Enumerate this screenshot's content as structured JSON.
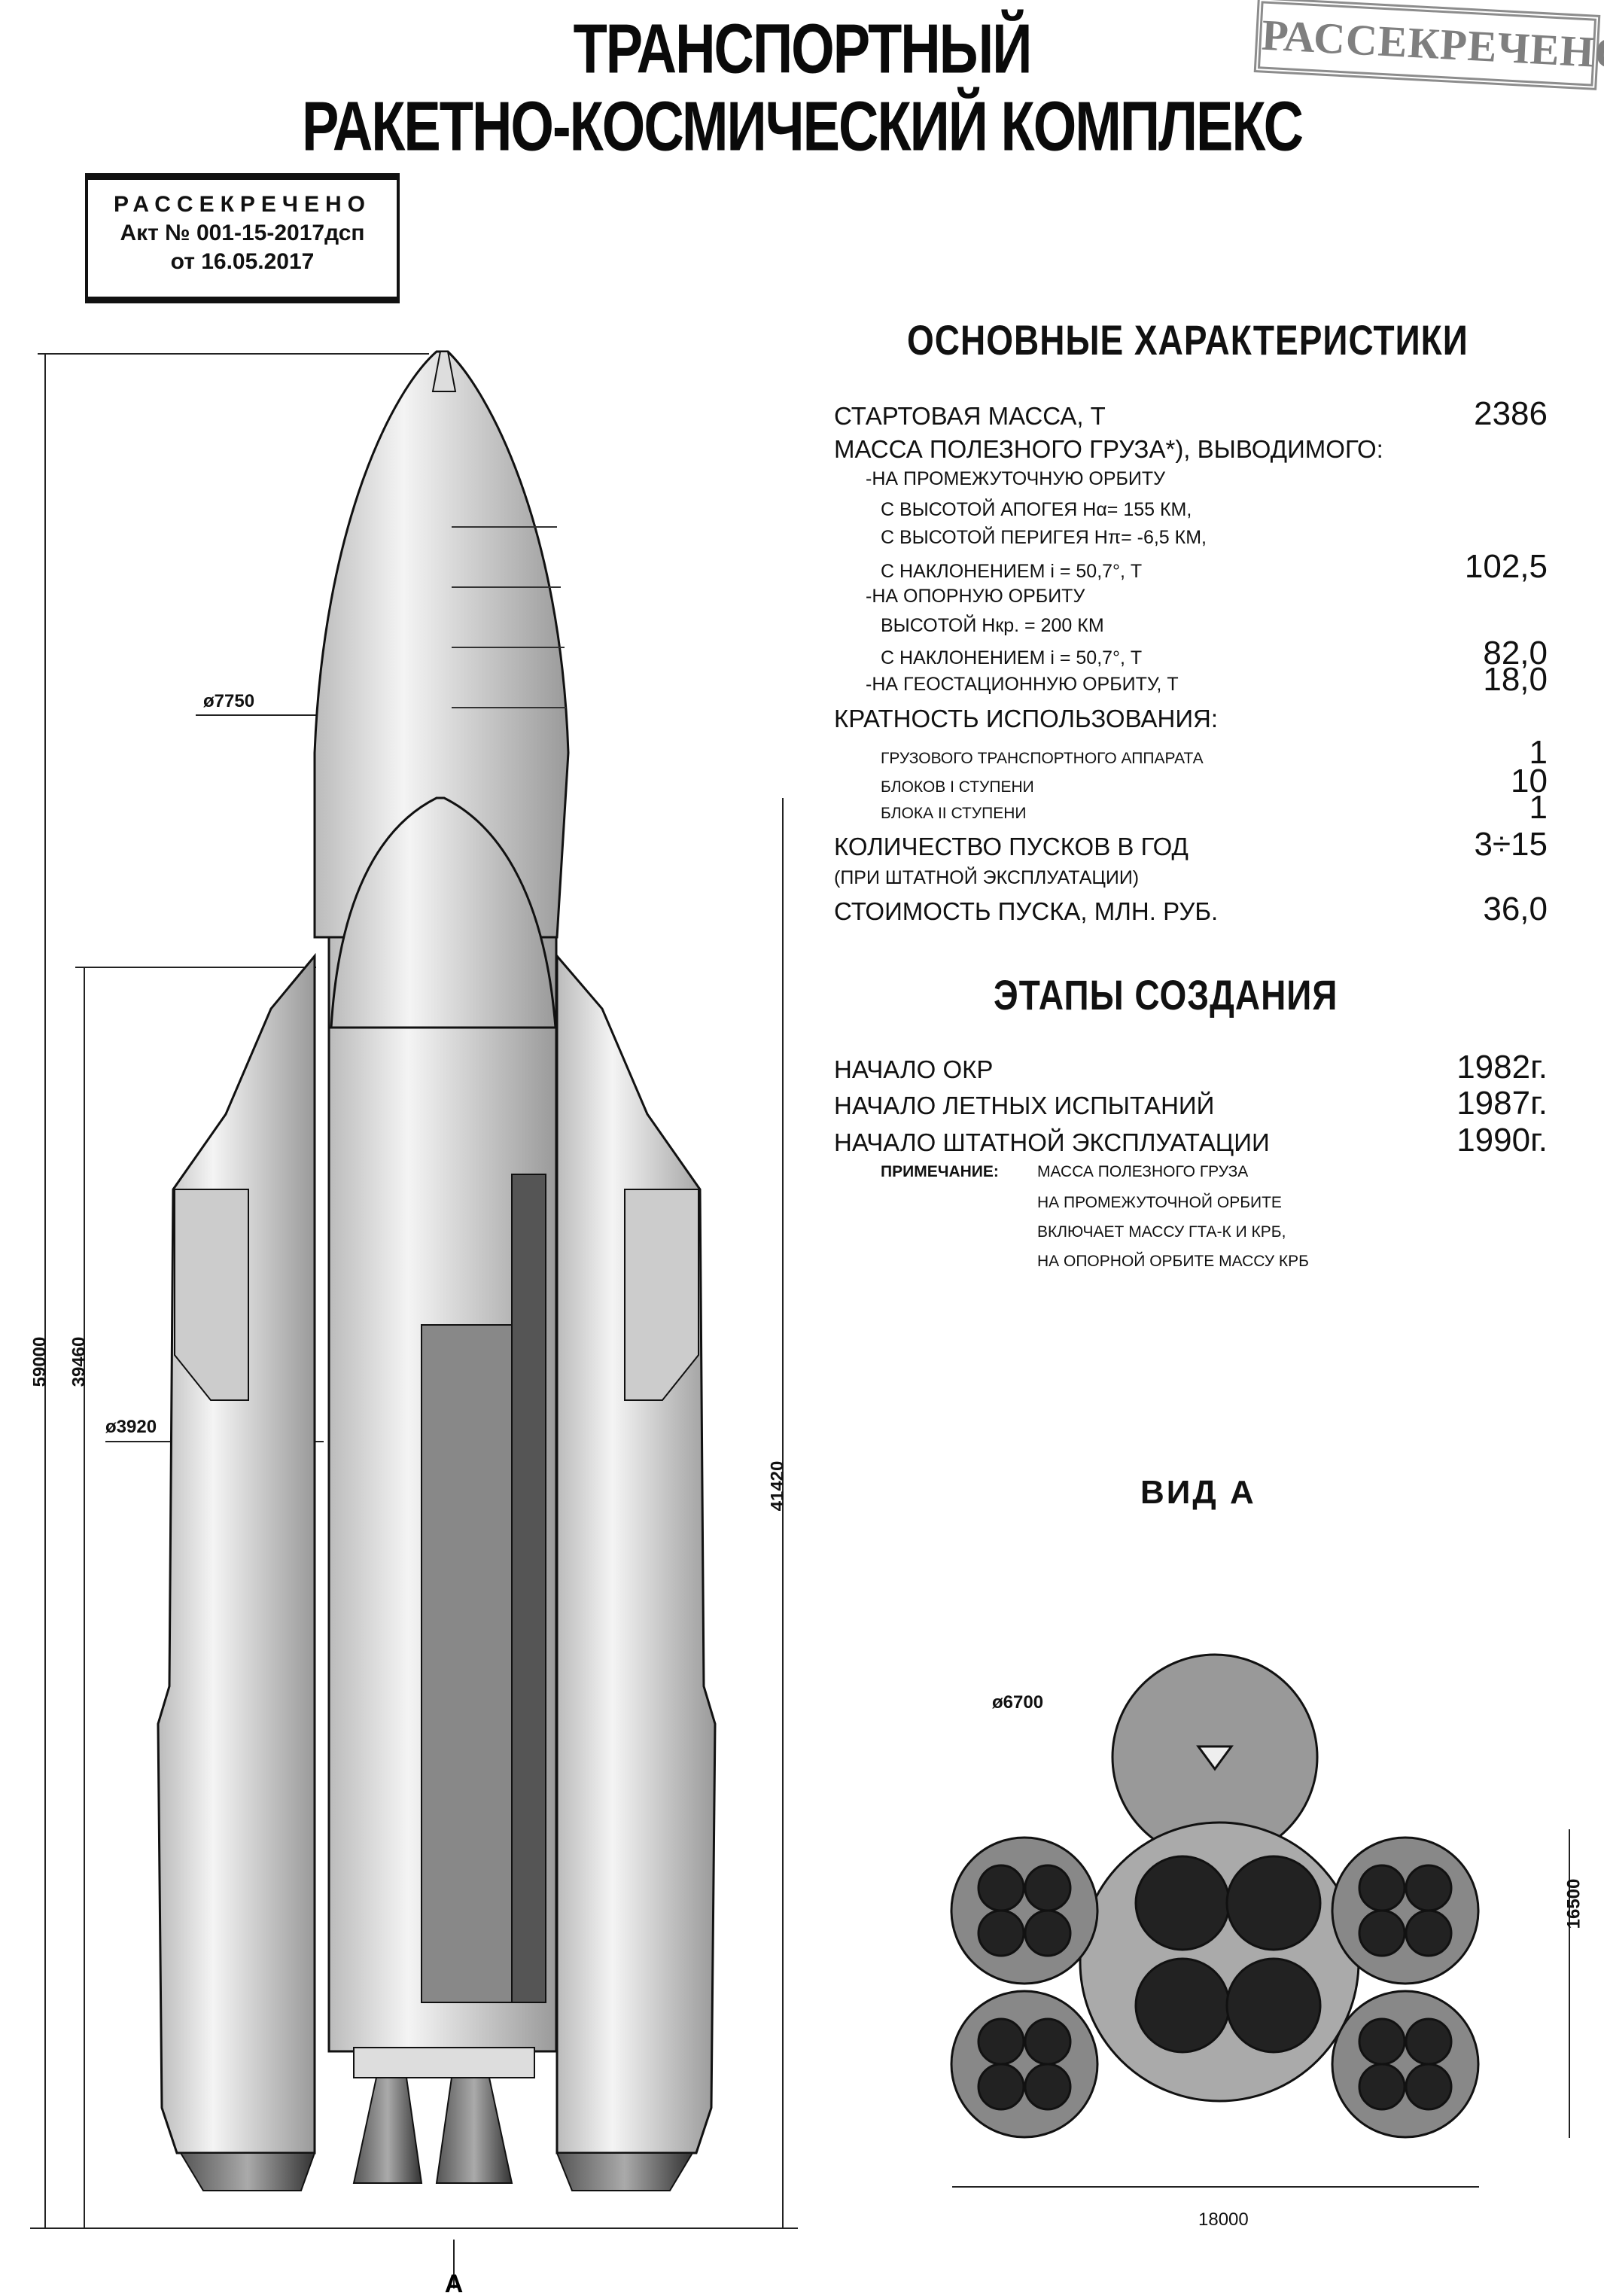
{
  "title": {
    "line1": "ТРАНСПОРТНЫЙ",
    "line2": "РАКЕТНО-КОСМИЧЕСКИЙ КОМПЛЕКС"
  },
  "declass_box": {
    "line1": "РАССЕКРЕЧЕНО",
    "line2": "Акт № 001-15-2017дсп",
    "line3": "от 16.05.2017"
  },
  "corner_stamp": "РАССЕКРЕЧЕНО",
  "characteristics": {
    "heading": "ОСНОВНЫЕ ХАРАКТЕРИСТИКИ",
    "rows": [
      {
        "label": "СТАРТОВАЯ МАССА, Т",
        "value": "2386"
      },
      {
        "label": "МАССА ПОЛЕЗНОГО ГРУЗА*), ВЫВОДИМОГО:",
        "value": ""
      },
      {
        "label": "-НА ПРОМЕЖУТОЧНУЮ ОРБИТУ",
        "value": ""
      },
      {
        "label": "С ВЫСОТОЙ АПОГЕЯ Hα= 155 КМ,",
        "value": ""
      },
      {
        "label": "С ВЫСОТОЙ ПЕРИГЕЯ Hπ= -6,5 КМ,",
        "value": ""
      },
      {
        "label": "С НАКЛОНЕНИЕМ i = 50,7°, Т",
        "value": "102,5"
      },
      {
        "label": "-НА ОПОРНУЮ ОРБИТУ",
        "value": ""
      },
      {
        "label": "ВЫСОТОЙ Hкр. = 200 КМ",
        "value": ""
      },
      {
        "label": "С НАКЛОНЕНИЕМ i = 50,7°, Т",
        "value": "82,0"
      },
      {
        "label": "-НА ГЕОСТАЦИОННУЮ ОРБИТУ, Т",
        "value": "18,0"
      },
      {
        "label": "КРАТНОСТЬ ИСПОЛЬЗОВАНИЯ:",
        "value": ""
      },
      {
        "label": "ГРУЗОВОГО ТРАНСПОРТНОГО АППАРАТА",
        "value": "1"
      },
      {
        "label": "БЛОКОВ I СТУПЕНИ",
        "value": "10"
      },
      {
        "label": "БЛОКА II СТУПЕНИ",
        "value": "1"
      },
      {
        "label": "КОЛИЧЕСТВО ПУСКОВ В ГОД",
        "value": "3÷15"
      },
      {
        "label": "(ПРИ ШТАТНОЙ ЭКСПЛУАТАЦИИ)",
        "value": ""
      },
      {
        "label": "СТОИМОСТЬ ПУСКА, МЛН. РУБ.",
        "value": "36,0"
      }
    ]
  },
  "stages": {
    "heading": "ЭТАПЫ СОЗДАНИЯ",
    "rows": [
      {
        "label": "НАЧАЛО ОКР",
        "value": "1982г."
      },
      {
        "label": "НАЧАЛО ЛЕТНЫХ ИСПЫТАНИЙ",
        "value": "1987г."
      },
      {
        "label": "НАЧАЛО ШТАТНОЙ ЭКСПЛУАТАЦИИ",
        "value": "1990г."
      }
    ],
    "note_label": "ПРИМЕЧАНИЕ:",
    "note_lines": [
      "МАССА ПОЛЕЗНОГО ГРУЗА",
      "НА ПРОМЕЖУТОЧНОЙ ОРБИТЕ",
      "ВКЛЮЧАЕТ МАССУ ГТА-К И КРБ,",
      "НА ОПОРНОЙ ОРБИТЕ МАССУ КРБ"
    ]
  },
  "side_view_dims": {
    "total_height": "59000",
    "core_height": "39460",
    "booster_diameter": "ø3920",
    "fairing_diameter": "ø7750",
    "right_height": "41420",
    "view_marker": "A"
  },
  "view_a": {
    "label": "ВИД А",
    "diameter": "ø6700",
    "height": "16500",
    "width": "18000"
  }
}
